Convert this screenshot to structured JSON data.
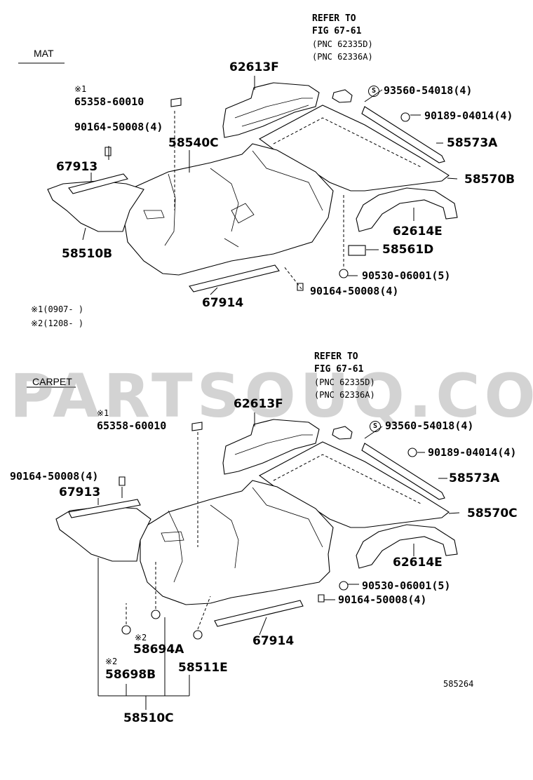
{
  "sections": {
    "mat": "MAT",
    "carpet": "CARPET"
  },
  "refer": {
    "line1": "REFER TO",
    "line2": "FIG 67-61",
    "line3": "(PNC 62335D)",
    "line4": "(PNC 62336A)"
  },
  "notes": {
    "note1": "※1(0907-     )",
    "note2": "※2(1208-     )"
  },
  "marks": {
    "note1": "※1",
    "note2": "※2",
    "s_symbol": "S"
  },
  "mat_parts": {
    "p65358": "65358-60010",
    "p90164_top": "90164-50008(4)",
    "p67913": "67913",
    "p58510B": "58510B",
    "p62613F": "62613F",
    "p58540C": "58540C",
    "p93560": "93560-54018(4)",
    "p90189": "90189-04014(4)",
    "p58573A": "58573A",
    "p58570B": "58570B",
    "p62614E": "62614E",
    "p58561D": "58561D",
    "p90530": "90530-06001(5)",
    "p90164_bottom": "90164-50008(4)",
    "p67914": "67914"
  },
  "carpet_parts": {
    "p65358": "65358-60010",
    "p90164_top": "90164-50008(4)",
    "p67913": "67913",
    "p62613F": "62613F",
    "p93560": "93560-54018(4)",
    "p90189": "90189-04014(4)",
    "p58573A": "58573A",
    "p58570C": "58570C",
    "p62614E": "62614E",
    "p90530": "90530-06001(5)",
    "p90164_bottom": "90164-50008(4)",
    "p67914": "67914",
    "p58694A": "58694A",
    "p58698B": "58698B",
    "p58511E": "58511E",
    "p58510C": "58510C"
  },
  "figure_number": "585264",
  "watermark": "PARTSOUQ.COM"
}
